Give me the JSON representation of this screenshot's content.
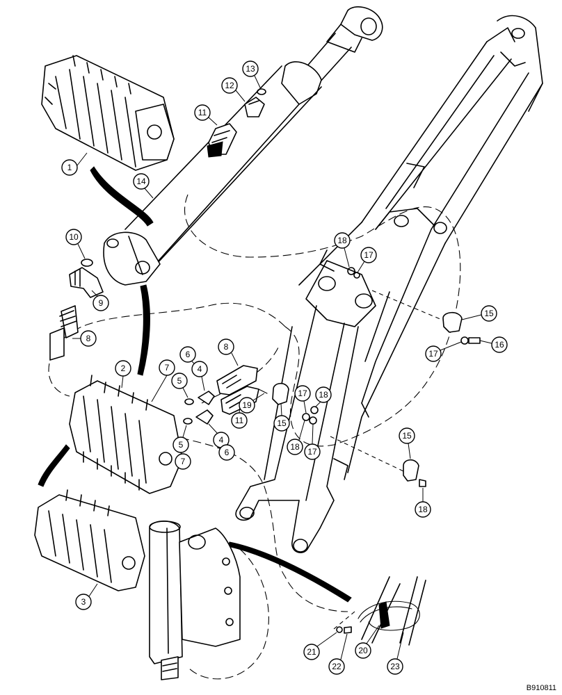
{
  "drawing_id": "B910811",
  "callouts": [
    "1",
    "14",
    "11",
    "12",
    "13",
    "10",
    "9",
    "8",
    "2",
    "3",
    "7",
    "5",
    "6",
    "4",
    "8",
    "5",
    "7",
    "4",
    "6",
    "11",
    "19",
    "15",
    "18",
    "17",
    "15",
    "17",
    "16",
    "17",
    "18",
    "18",
    "17",
    "15",
    "18",
    "21",
    "22",
    "20",
    "23"
  ]
}
